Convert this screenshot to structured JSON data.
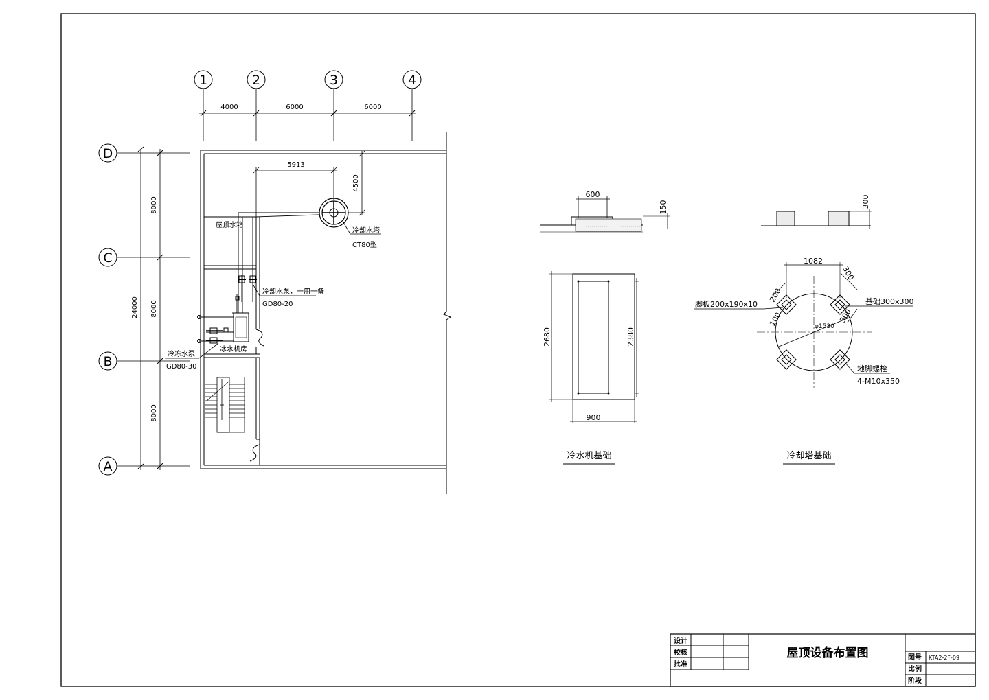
{
  "grid": {
    "columns": [
      "1",
      "2",
      "3",
      "4"
    ],
    "rows": [
      "D",
      "C",
      "B",
      "A"
    ],
    "column_spacings": [
      "4000",
      "6000",
      "6000"
    ],
    "row_spacings": [
      "8000",
      "8000",
      "8000"
    ],
    "total_depth": "24000"
  },
  "plan": {
    "tower_offset_x": "5913",
    "tower_offset_y": "4500",
    "roof_tank_label": "屋顶水箱",
    "tower_label": "冷却水塔",
    "tower_model": "CT80型",
    "cooling_pump_label": "冷却水泵，一用一备",
    "cooling_pump_model": "GD80-20",
    "chilled_pump_label": "冷冻水泵",
    "chilled_pump_model": "GD80-30",
    "chiller_room_label": "冰水机房"
  },
  "chiller_base": {
    "width": "600",
    "height": "150",
    "length_outer": "2680",
    "length_inner": "2380",
    "bottom_width": "900",
    "title": "冷水机基础"
  },
  "tower_base": {
    "height": "300",
    "span": "1082",
    "pad_size_label": "300",
    "pad_dim_a": "200",
    "pad_dim_b": "100",
    "pad_dim_c": "300",
    "diameter": "φ1530",
    "plate_label": "脚板200x190x10",
    "base_label": "基础300x300",
    "bolt_label": "地脚螺栓",
    "bolt_spec": "4-M10x350",
    "title": "冷却塔基础"
  },
  "title_block": {
    "design": "设计",
    "check": "校核",
    "approve": "批准",
    "drawing_title": "屋顶设备布置图",
    "drawing_no_label": "图号",
    "drawing_no": "KTA2-2F-09",
    "scale_label": "比例",
    "stage_label": "阶段"
  }
}
